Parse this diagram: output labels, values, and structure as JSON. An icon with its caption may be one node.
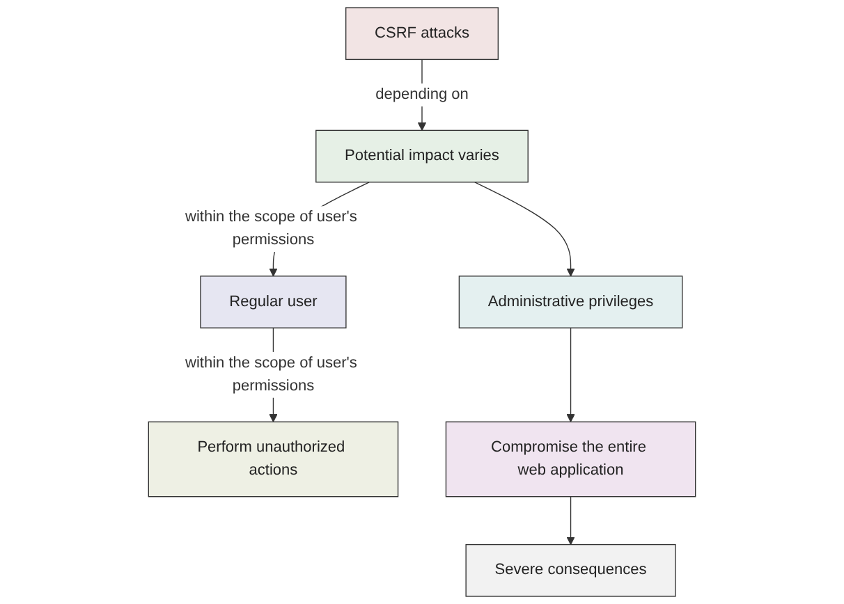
{
  "diagram": {
    "nodes": [
      {
        "text": [
          "CSRF attacks"
        ]
      },
      {
        "text": [
          "Potential impact varies"
        ]
      },
      {
        "text": [
          "Regular user"
        ]
      },
      {
        "text": [
          "Administrative privileges"
        ]
      },
      {
        "text": [
          "Perform unauthorized actions"
        ]
      },
      {
        "text": [
          "Compromise the entire web application"
        ]
      },
      {
        "text": [
          "Severe consequences"
        ]
      }
    ],
    "edges": [
      {
        "from": 0,
        "to": 1,
        "arrow": "to",
        "label": "depending on"
      },
      {
        "from": 1,
        "to": 2,
        "arrow": "to",
        "label": "within the scope of user's permissions"
      },
      {
        "from": 1,
        "to": 3,
        "arrow": "to"
      },
      {
        "from": 2,
        "to": 4,
        "arrow": "to",
        "label": "within the scope of user's permissions"
      },
      {
        "from": 3,
        "to": 5,
        "arrow": "to"
      },
      {
        "from": 5,
        "to": 6,
        "arrow": "to"
      }
    ]
  }
}
